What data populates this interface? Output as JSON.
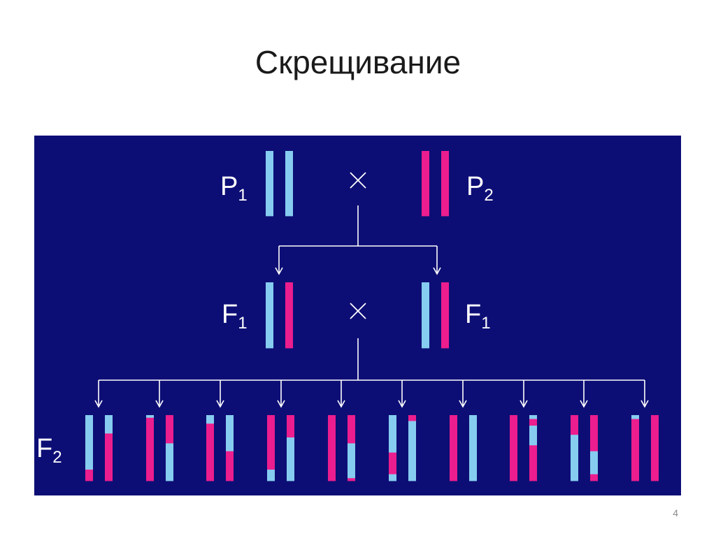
{
  "slide": {
    "title": "Скрещивание",
    "number": "4"
  },
  "colors": {
    "background": "#0d0e75",
    "blue": "#86ccf0",
    "pink": "#ec1d8e",
    "arrow": "#ffffff",
    "label": "#ffffff"
  },
  "diagram": {
    "p1_label": "P",
    "p1_sub": "1",
    "p2_label": "P",
    "p2_sub": "2",
    "f1_left_label": "F",
    "f1_left_sub": "1",
    "f1_right_label": "F",
    "f1_right_sub": "1",
    "f2_label": "F",
    "f2_sub": "2",
    "cross_symbol": "×",
    "p1_chromosomes": [
      [
        {
          "c": "blue",
          "f": 1
        }
      ],
      [
        {
          "c": "blue",
          "f": 1
        }
      ]
    ],
    "p2_chromosomes": [
      [
        {
          "c": "pink",
          "f": 1
        }
      ],
      [
        {
          "c": "pink",
          "f": 1
        }
      ]
    ],
    "f1_left_chromosomes": [
      [
        {
          "c": "blue",
          "f": 1
        }
      ],
      [
        {
          "c": "pink",
          "f": 1
        }
      ]
    ],
    "f1_right_chromosomes": [
      [
        {
          "c": "blue",
          "f": 1
        }
      ],
      [
        {
          "c": "pink",
          "f": 1
        }
      ]
    ],
    "f2_offspring": [
      [
        [
          {
            "c": "blue",
            "f": 0.83
          },
          {
            "c": "pink",
            "f": 0.17
          }
        ],
        [
          {
            "c": "blue",
            "f": 0.28
          },
          {
            "c": "pink",
            "f": 0.72
          }
        ]
      ],
      [
        [
          {
            "c": "blue",
            "f": 0.04
          },
          {
            "c": "pink",
            "f": 0.96
          }
        ],
        [
          {
            "c": "pink",
            "f": 0.43
          },
          {
            "c": "blue",
            "f": 0.57
          }
        ]
      ],
      [
        [
          {
            "c": "blue",
            "f": 0.13
          },
          {
            "c": "pink",
            "f": 0.87
          }
        ],
        [
          {
            "c": "blue",
            "f": 0.55
          },
          {
            "c": "pink",
            "f": 0.45
          }
        ]
      ],
      [
        [
          {
            "c": "pink",
            "f": 0.83
          },
          {
            "c": "blue",
            "f": 0.17
          }
        ],
        [
          {
            "c": "pink",
            "f": 0.34
          },
          {
            "c": "blue",
            "f": 0.66
          }
        ]
      ],
      [
        [
          {
            "c": "pink",
            "f": 1
          }
        ],
        [
          {
            "c": "pink",
            "f": 0.43
          },
          {
            "c": "blue",
            "f": 0.53
          },
          {
            "c": "pink",
            "f": 0.04
          }
        ]
      ],
      [
        [
          {
            "c": "blue",
            "f": 0.57
          },
          {
            "c": "pink",
            "f": 0.33
          },
          {
            "c": "blue",
            "f": 0.1
          }
        ],
        [
          {
            "c": "pink",
            "f": 0.09
          },
          {
            "c": "blue",
            "f": 0.91
          }
        ]
      ],
      [
        [
          {
            "c": "pink",
            "f": 1
          }
        ],
        [
          {
            "c": "blue",
            "f": 1
          }
        ]
      ],
      [
        [
          {
            "c": "pink",
            "f": 1
          }
        ],
        [
          {
            "c": "blue",
            "f": 0.06
          },
          {
            "c": "pink",
            "f": 0.1
          },
          {
            "c": "blue",
            "f": 0.3
          },
          {
            "c": "pink",
            "f": 0.54
          }
        ]
      ],
      [
        [
          {
            "c": "pink",
            "f": 0.3
          },
          {
            "c": "blue",
            "f": 0.7
          }
        ],
        [
          {
            "c": "pink",
            "f": 0.55
          },
          {
            "c": "blue",
            "f": 0.35
          },
          {
            "c": "pink",
            "f": 0.1
          }
        ]
      ],
      [
        [
          {
            "c": "blue",
            "f": 0.06
          },
          {
            "c": "pink",
            "f": 0.94
          }
        ],
        [
          {
            "c": "pink",
            "f": 1
          }
        ]
      ]
    ]
  }
}
